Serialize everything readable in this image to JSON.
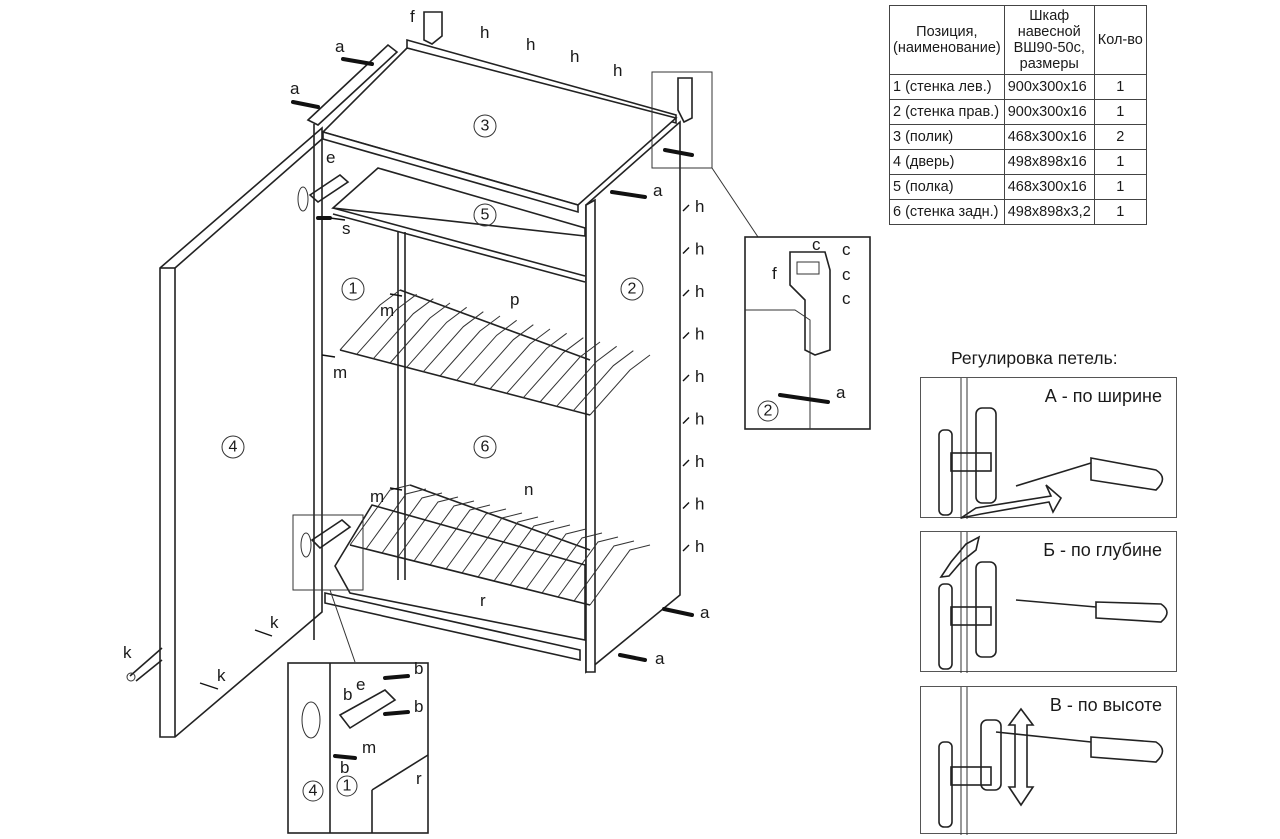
{
  "table": {
    "headers": [
      "Позиция,\n(наименование)",
      "Шкаф\nнавесной\nВШ90-50с,\nразмеры",
      "Кол-во"
    ],
    "rows": [
      {
        "position": "1 (стенка лев.)",
        "size": "900x300x16",
        "qty": "1"
      },
      {
        "position": "2 (стенка прав.)",
        "size": "900x300x16",
        "qty": "1"
      },
      {
        "position": "3 (полик)",
        "size": "468x300x16",
        "qty": "2"
      },
      {
        "position": "4 (дверь)",
        "size": "498x898x16",
        "qty": "1"
      },
      {
        "position": "5 (полка)",
        "size": "468x300x16",
        "qty": "1"
      },
      {
        "position": "6 (стенка задн.)",
        "size": "498x898x3,2",
        "qty": "1"
      }
    ]
  },
  "hinge_adjustment": {
    "title": "Регулировка петель:",
    "panels": [
      {
        "caption": "А - по ширине",
        "arrow": "horizontal"
      },
      {
        "caption": "Б - по глубине",
        "arrow": "diagonal"
      },
      {
        "caption": "В - по высоте",
        "arrow": "vertical"
      }
    ]
  },
  "parts": {
    "p1": "1",
    "p2": "2",
    "p3": "3",
    "p4": "4",
    "p5": "5",
    "p6": "6"
  },
  "fasteners": {
    "a": "a",
    "b": "b",
    "c": "c",
    "e": "e",
    "f": "f",
    "h": "h",
    "k": "k",
    "m": "m",
    "n": "n",
    "p": "p",
    "r": "r",
    "s": "s"
  },
  "colors": {
    "line": "#222222",
    "background": "#ffffff"
  }
}
